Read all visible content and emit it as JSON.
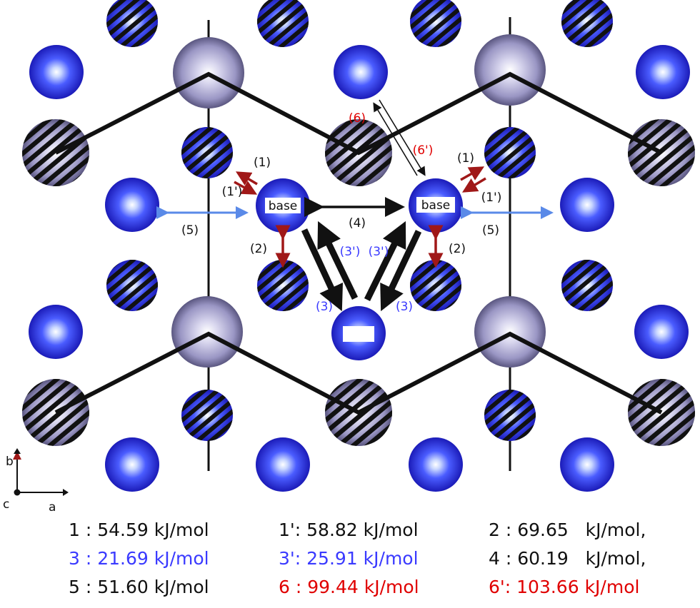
{
  "colors": {
    "black": "#111111",
    "blue_text": "#3a3aff",
    "red_text": "#e00000",
    "dark_red_arrow": "#a01818",
    "light_blue_arrow": "#5a8ae8",
    "atom_blue": "#2a2ae0",
    "atom_gray": "#8e88b8"
  },
  "labels": {
    "base_left": "base",
    "base_right": "base",
    "p1_left": "(1)",
    "p1p_left": "(1')",
    "p1_right": "(1)",
    "p1p_right": "(1')",
    "p2_left": "(2)",
    "p2_right": "(2)",
    "p3_left": "(3)",
    "p3_right": "(3)",
    "p3p_left": "(3')",
    "p3p_right": "(3')",
    "p4": "(4)",
    "p5_left": "(5)",
    "p5_right": "(5)",
    "p6": "(6)",
    "p6p": "(6')"
  },
  "axes": {
    "b": "b",
    "a": "a",
    "c": "c"
  },
  "legend": {
    "row1": [
      "1 : 54.59 kJ/mol",
      "1': 58.82 kJ/mol",
      "2 : 69.65   kJ/mol,"
    ],
    "row2": [
      "3 : 21.69 kJ/mol",
      "3': 25.91 kJ/mol",
      "4 : 60.19   kJ/mol,"
    ],
    "row3": [
      "5 : 51.60 kJ/mol",
      "6 : 99.44 kJ/mol",
      "6': 103.66 kJ/mol"
    ]
  }
}
